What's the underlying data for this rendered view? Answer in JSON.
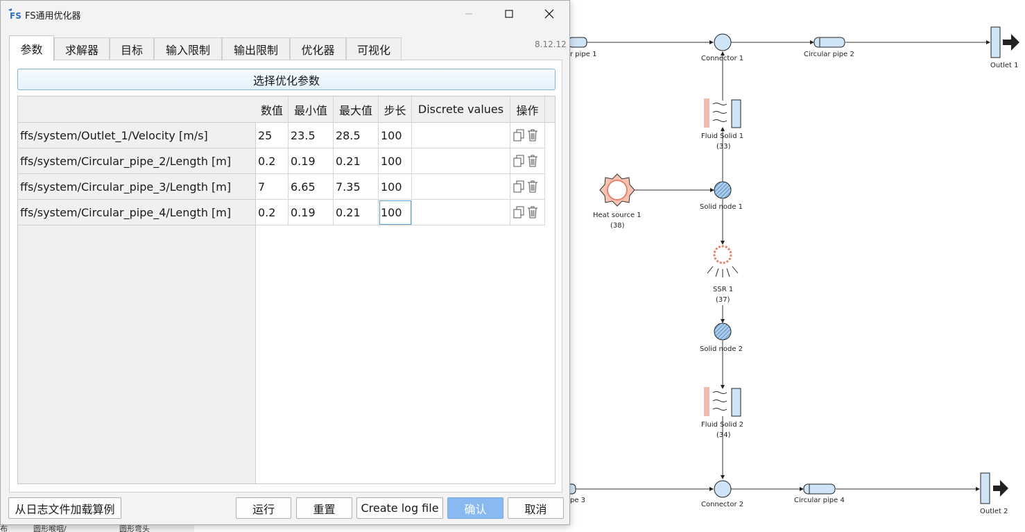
{
  "window": {
    "logo_text": "FS",
    "title": "FS通用优化器",
    "version": "8.12.12"
  },
  "tabs": [
    {
      "label": "参数",
      "active": true
    },
    {
      "label": "求解器"
    },
    {
      "label": "目标"
    },
    {
      "label": "输入限制"
    },
    {
      "label": "输出限制"
    },
    {
      "label": "优化器"
    },
    {
      "label": "可视化"
    }
  ],
  "select_button": "选择优化参数",
  "table": {
    "columns": [
      "数值",
      "最小值",
      "最大值",
      "步长",
      "Discrete values",
      "操作"
    ],
    "rows": [
      {
        "name": "ffs/system/Outlet_1/Velocity [m/s]",
        "value": "25",
        "min": "23.5",
        "max": "28.5",
        "step": "100",
        "discrete": ""
      },
      {
        "name": "ffs/system/Circular_pipe_2/Length [m]",
        "value": "0.2",
        "min": "0.19",
        "max": "0.21",
        "step": "100",
        "discrete": ""
      },
      {
        "name": "ffs/system/Circular_pipe_3/Length [m]",
        "value": "7",
        "min": "6.65",
        "max": "7.35",
        "step": "100",
        "discrete": ""
      },
      {
        "name": "ffs/system/Circular_pipe_4/Length [m]",
        "value": "0.2",
        "min": "0.19",
        "max": "0.21",
        "step": "100",
        "discrete": ""
      }
    ],
    "row_icons": [
      "copy-icon",
      "trash-icon"
    ]
  },
  "buttons": {
    "load_from_log": "从日志文件加载算例",
    "run": "运行",
    "reset": "重置",
    "create_log": "Create log file",
    "confirm": "确认",
    "cancel": "取消"
  },
  "diagram": {
    "labels": {
      "pipe1": "r pipe 1",
      "connector1": "Connector 1",
      "pipe2": "Circular pipe 2",
      "outlet1": "Outlet 1",
      "fluid_solid1": "Fluid Solid 1",
      "fluid_solid1_id": "(33)",
      "heat_source1": "Heat source 1",
      "heat_source1_id": "(38)",
      "solid_node1": "Solid node 1",
      "ssr1": "SSR 1",
      "ssr1_id": "(37)",
      "solid_node2": "Solid node 2",
      "fluid_solid2": "Fluid Solid 2",
      "fluid_solid2_id": "(34)",
      "pipe3": "pe 3",
      "connector2": "Connector 2",
      "pipe4": "Circular pipe 4",
      "outlet2": "Outlet 2"
    },
    "left_panel_text": [
      "布",
      "圆形喉咽/",
      "圆形弯头"
    ]
  },
  "colors": {
    "accent": "#8ab8f0",
    "select_border": "#7eb4dd",
    "node_fill": "#cfe5f7",
    "heat_red": "#e8836e"
  }
}
